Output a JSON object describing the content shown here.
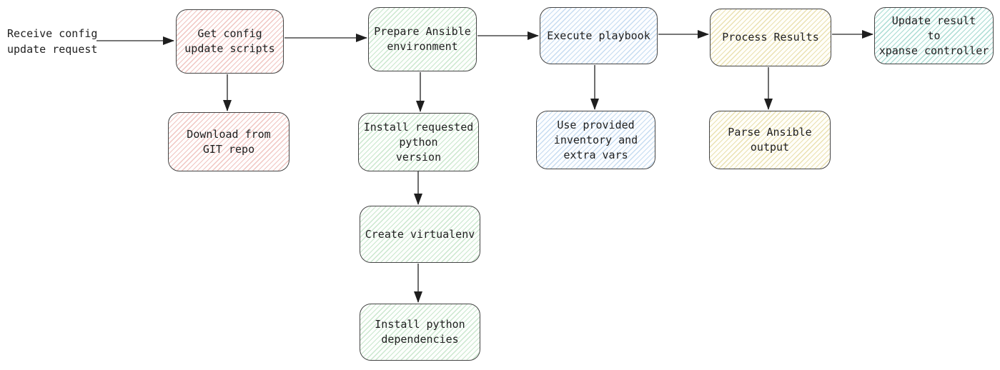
{
  "diagram": {
    "type": "flowchart",
    "direction": "left-to-right",
    "nodes": [
      {
        "id": "receive-config-update-request",
        "label": "Receive config\nupdate request",
        "shape": "text",
        "fill": "none"
      },
      {
        "id": "get-config-update-scripts",
        "label": "Get config\nupdate scripts",
        "shape": "rounded-rect",
        "fill": "pink-hatch",
        "hatch_color": "#f0c6c2"
      },
      {
        "id": "prepare-ansible-environment",
        "label": "Prepare Ansible\nenvironment",
        "shape": "rounded-rect",
        "fill": "green-hatch",
        "hatch_color": "#cbe7ce"
      },
      {
        "id": "execute-playbook",
        "label": "Execute playbook",
        "shape": "rounded-rect",
        "fill": "blue-hatch",
        "hatch_color": "#c6dcf1"
      },
      {
        "id": "process-results",
        "label": "Process Results",
        "shape": "rounded-rect",
        "fill": "yellow-hatch",
        "hatch_color": "#eae1b2"
      },
      {
        "id": "update-result-to-xpanse-controller",
        "label": "Update result\nto\nxpanse controller",
        "shape": "rounded-rect",
        "fill": "teal-hatch",
        "hatch_color": "#abdcd4"
      },
      {
        "id": "download-from-git-repo",
        "label": "Download from\nGIT repo",
        "shape": "rounded-rect",
        "fill": "pink-hatch",
        "hatch_color": "#f0c6c2"
      },
      {
        "id": "install-requested-python-version",
        "label": "Install requested\npython\nversion",
        "shape": "rounded-rect",
        "fill": "green-hatch",
        "hatch_color": "#cbe7ce"
      },
      {
        "id": "use-provided-inventory-and-extra-vars",
        "label": "Use provided\ninventory and\nextra vars",
        "shape": "rounded-rect",
        "fill": "blue-hatch",
        "hatch_color": "#c6dcf1"
      },
      {
        "id": "parse-ansible-output",
        "label": "Parse Ansible\noutput",
        "shape": "rounded-rect",
        "fill": "yellow-hatch",
        "hatch_color": "#eae1b2"
      },
      {
        "id": "create-virtualenv",
        "label": "Create virtualenv",
        "shape": "rounded-rect",
        "fill": "green-hatch",
        "hatch_color": "#cbe7ce"
      },
      {
        "id": "install-python-dependencies",
        "label": "Install python\ndependencies",
        "shape": "rounded-rect",
        "fill": "green-hatch",
        "hatch_color": "#cbe7ce"
      }
    ],
    "edges": [
      {
        "from": "receive-config-update-request",
        "to": "get-config-update-scripts"
      },
      {
        "from": "get-config-update-scripts",
        "to": "prepare-ansible-environment"
      },
      {
        "from": "get-config-update-scripts",
        "to": "download-from-git-repo"
      },
      {
        "from": "prepare-ansible-environment",
        "to": "execute-playbook"
      },
      {
        "from": "prepare-ansible-environment",
        "to": "install-requested-python-version"
      },
      {
        "from": "execute-playbook",
        "to": "process-results"
      },
      {
        "from": "execute-playbook",
        "to": "use-provided-inventory-and-extra-vars"
      },
      {
        "from": "process-results",
        "to": "update-result-to-xpanse-controller"
      },
      {
        "from": "process-results",
        "to": "parse-ansible-output"
      },
      {
        "from": "install-requested-python-version",
        "to": "create-virtualenv"
      },
      {
        "from": "create-virtualenv",
        "to": "install-python-dependencies"
      }
    ],
    "colors": {
      "background": "#ffffff",
      "node_border": "#454545",
      "arrow_line": "#4a4a4a",
      "arrow_head": "#1f1f1f",
      "text": "#1f1f1f"
    }
  }
}
